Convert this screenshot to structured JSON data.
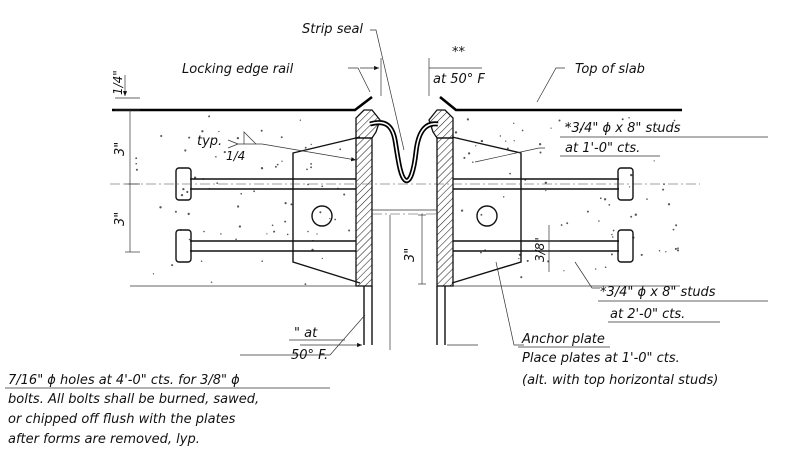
{
  "labels": {
    "strip_seal": "Strip seal",
    "locking_edge_rail": "Locking edge rail",
    "double_star": "**",
    "at_50f_top": "at 50° F",
    "top_of_slab": "Top of slab",
    "quarter_in": "1/4\"",
    "typ": "typ.",
    "weld_size": "1/4",
    "dim_3in_upper": "3\"",
    "dim_3in_lower": "3\"",
    "dim_3in_center": "3\"",
    "dim_3_8in": "3/8\"",
    "studs_top_line1": "*3/4\" ϕ x 8\" studs",
    "studs_top_line2": "at 1'-0\" cts.",
    "studs_bottom_line1": "*3/4\" ϕ x 8\" studs",
    "studs_bottom_line2": "at 2'-0\" cts.",
    "gap_at_line1": "\" at",
    "gap_at_line2": "50° F.",
    "anchor_plate": "Anchor plate",
    "place_plates": "Place plates at 1'-0\" cts.",
    "alt_studs": "(alt. with top horizontal studs)",
    "holes_line1": "7/16\" ϕ holes at 4'-0\" cts. for 3/8\" ϕ",
    "holes_line2": "bolts. All bolts shall be burned, sawed,",
    "holes_line3": "or chipped off flush with the plates",
    "holes_line4": "after forms are removed, lyp."
  },
  "colors": {
    "ink": "#111111",
    "background": "#ffffff",
    "hatch": "#222222"
  }
}
